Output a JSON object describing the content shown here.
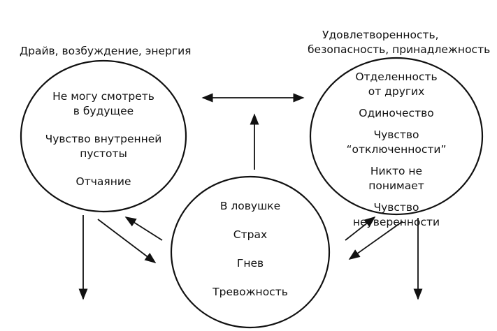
{
  "headings": {
    "left": "Драйв, возбуждение, энергия",
    "right_line1": "Удовлетворенность,",
    "right_line2": "безопасность, принадлежность"
  },
  "left_circle": {
    "items": [
      {
        "line1": "Не могу смотреть",
        "line2": "в будущее"
      },
      {
        "line1": "Чувство внутренней",
        "line2": "пустоты"
      },
      {
        "line1": "Отчаяние",
        "line2": ""
      }
    ]
  },
  "right_circle": {
    "items": [
      {
        "line1": "Отделенность",
        "line2": "от других"
      },
      {
        "line1": "Одиночество",
        "line2": ""
      },
      {
        "line1": "Чувство “отключенности”",
        "line2": ""
      },
      {
        "line1": "Никто не понимает",
        "line2": ""
      },
      {
        "line1": "Чувство",
        "line2": "неуверенности"
      }
    ]
  },
  "bottom_circle": {
    "items": [
      {
        "line1": "В ловушке"
      },
      {
        "line1": "Страх"
      },
      {
        "line1": "Гнев"
      },
      {
        "line1": "Тревожность"
      }
    ]
  }
}
